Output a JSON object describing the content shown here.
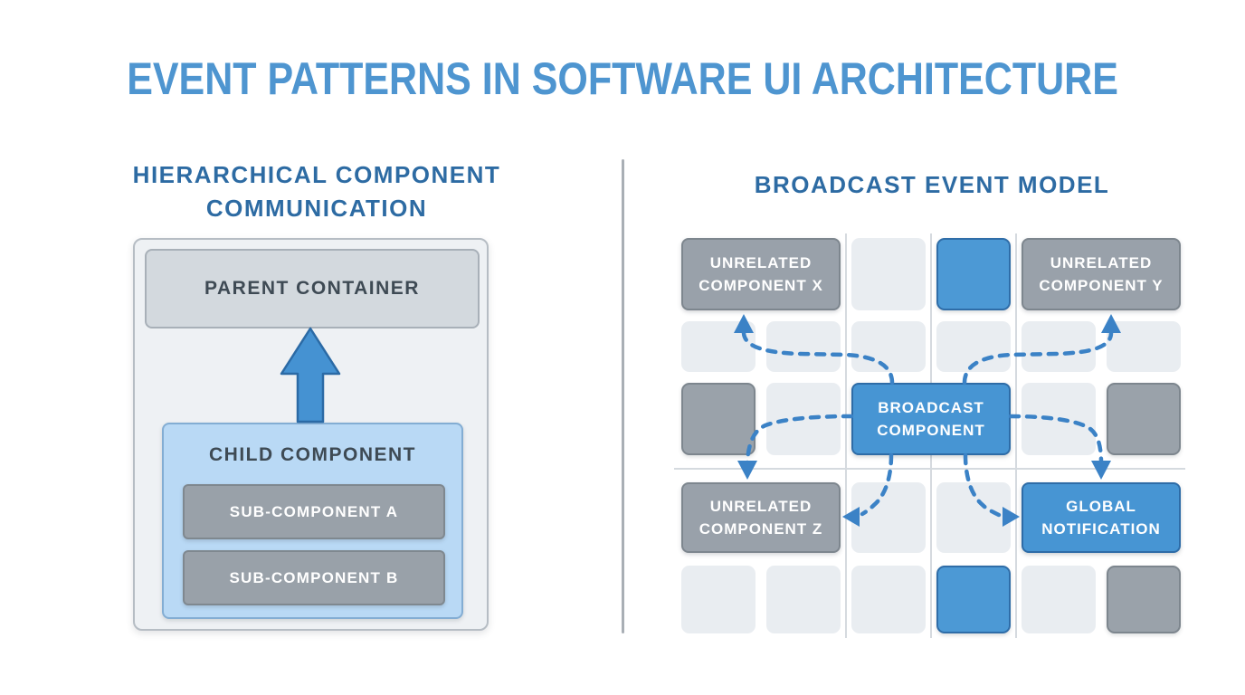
{
  "title": "EVENT PATTERNS IN SOFTWARE UI ARCHITECTURE",
  "colors": {
    "title_blue": "#4e95d0",
    "heading_blue": "#2d6ba3",
    "accent_blue": "#4795d3",
    "accent_blue_border": "#2e6ca7",
    "arrow_blue": "#3b82c6",
    "gray_box": "#99a1aa",
    "gray_box_border": "#7d868e",
    "light_cell": "#e9edf1",
    "panel_bg": "#eef1f4",
    "child_fill": "#b9d9f5",
    "dark_text": "#3e4a54"
  },
  "left": {
    "heading_line1": "HIERARCHICAL COMPONENT",
    "heading_line2": "COMMUNICATION",
    "parent_label": "PARENT CONTAINER",
    "child_label": "CHILD COMPONENT",
    "sub_a_label": "SUB-COMPONENT A",
    "sub_b_label": "SUB-COMPONENT B"
  },
  "right": {
    "heading": "BROADCAST EVENT MODEL",
    "boxes": {
      "x": {
        "line1": "UNRELATED",
        "line2": "COMPONENT X"
      },
      "y": {
        "line1": "UNRELATED",
        "line2": "COMPONENT Y"
      },
      "z": {
        "line1": "UNRELATED",
        "line2": "COMPONENT Z"
      },
      "broadcast": {
        "line1": "BROADCAST",
        "line2": "COMPONENT"
      },
      "global": {
        "line1": "GLOBAL",
        "line2": "NOTIFICATION"
      }
    },
    "grid_cells": [
      {
        "r": 0,
        "c": 2,
        "type": "light"
      },
      {
        "r": 0,
        "c": 3,
        "type": "blue"
      },
      {
        "r": 1,
        "c": 0,
        "type": "light"
      },
      {
        "r": 1,
        "c": 1,
        "type": "light"
      },
      {
        "r": 1,
        "c": 2,
        "type": "light"
      },
      {
        "r": 1,
        "c": 3,
        "type": "light"
      },
      {
        "r": 1,
        "c": 4,
        "type": "light"
      },
      {
        "r": 1,
        "c": 5,
        "type": "light"
      },
      {
        "r": 2,
        "c": 0,
        "type": "gray"
      },
      {
        "r": 2,
        "c": 1,
        "type": "light"
      },
      {
        "r": 2,
        "c": 4,
        "type": "light"
      },
      {
        "r": 2,
        "c": 5,
        "type": "gray"
      },
      {
        "r": 3,
        "c": 2,
        "type": "light"
      },
      {
        "r": 3,
        "c": 3,
        "type": "light"
      },
      {
        "r": 4,
        "c": 0,
        "type": "light"
      },
      {
        "r": 4,
        "c": 1,
        "type": "light"
      },
      {
        "r": 4,
        "c": 2,
        "type": "light"
      },
      {
        "r": 4,
        "c": 3,
        "type": "blue"
      },
      {
        "r": 4,
        "c": 4,
        "type": "light"
      },
      {
        "r": 4,
        "c": 5,
        "type": "gray"
      }
    ]
  }
}
